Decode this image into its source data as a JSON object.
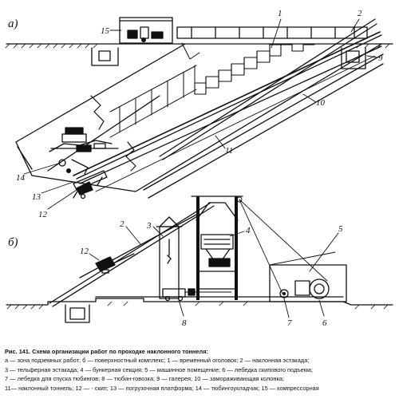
{
  "figure": {
    "panel_a_label": "а)",
    "panel_b_label": "б)",
    "panel_a_callouts": [
      "1",
      "2",
      "9",
      "10",
      "11",
      "12",
      "13",
      "14",
      "15"
    ],
    "panel_b_callouts": [
      "2",
      "3",
      "4",
      "5",
      "6",
      "7",
      "8",
      "12"
    ]
  },
  "caption": {
    "title": "Рис. 141. Схема организации работ по проходке наклонного тоннеля:",
    "lines": [
      "а — зона подземных работ; б — поверхностный комплекс; 1 — временный оголовок; 2 — наклонная эстакада;",
      "3 — тельферная эстакада; 4 — бункерная секция; 5 — машинное помещение; 6 — лебедка скипового подъема;",
      "7 — лебедка для спуска тюбингов; 8 — тюбин-говозка; 9 — галерея; 10 — замораживающая колонка;",
      "11— наклонный тоннель; 12 — - скип; 13 — погрузочная платформа; 14 — тюбингоукладчик; 15 — компрессорная"
    ]
  }
}
